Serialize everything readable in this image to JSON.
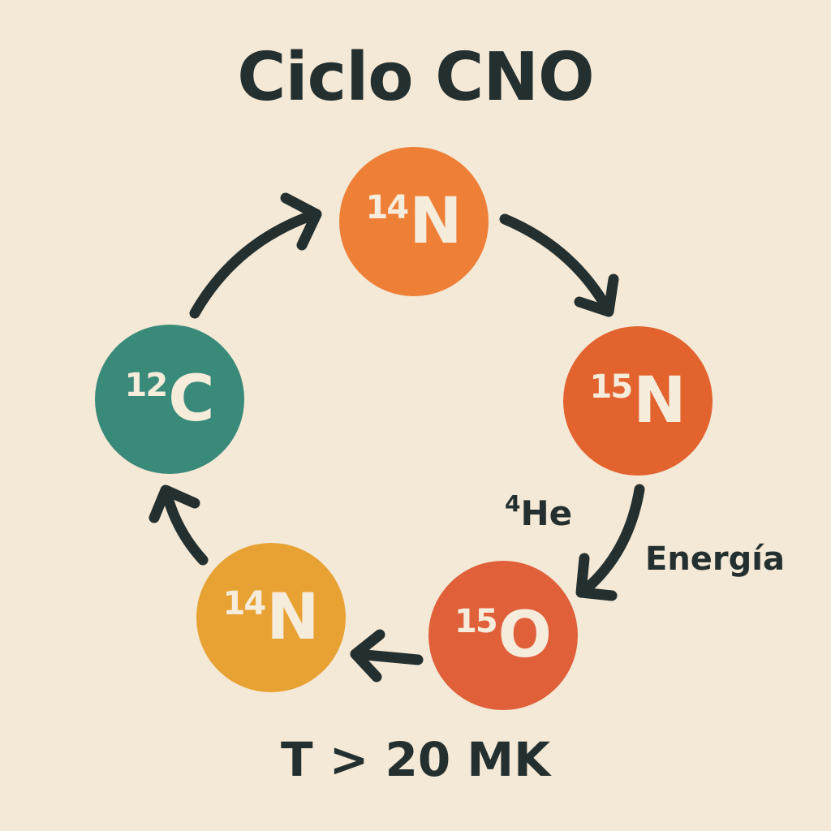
{
  "title": "Ciclo CNO",
  "nodes": {
    "n14_top": {
      "mass": "14",
      "symbol": "N",
      "color": "#ee7f37"
    },
    "n15_right": {
      "mass": "15",
      "symbol": "N",
      "color": "#e3632e"
    },
    "o15_bottom": {
      "mass": "15",
      "symbol": "O",
      "color": "#e0603a"
    },
    "n14_bottom": {
      "mass": "14",
      "symbol": "N",
      "color": "#e8a233"
    },
    "c12_left": {
      "mass": "12",
      "symbol": "C",
      "color": "#3a8a79"
    }
  },
  "helium": {
    "mass": "4",
    "symbol": "He"
  },
  "energy_label": "Energía",
  "temperature": "T > 20 MK",
  "colors": {
    "background": "#f4e8d6",
    "ink": "#24302f",
    "node_text": "#f6ecdc"
  }
}
